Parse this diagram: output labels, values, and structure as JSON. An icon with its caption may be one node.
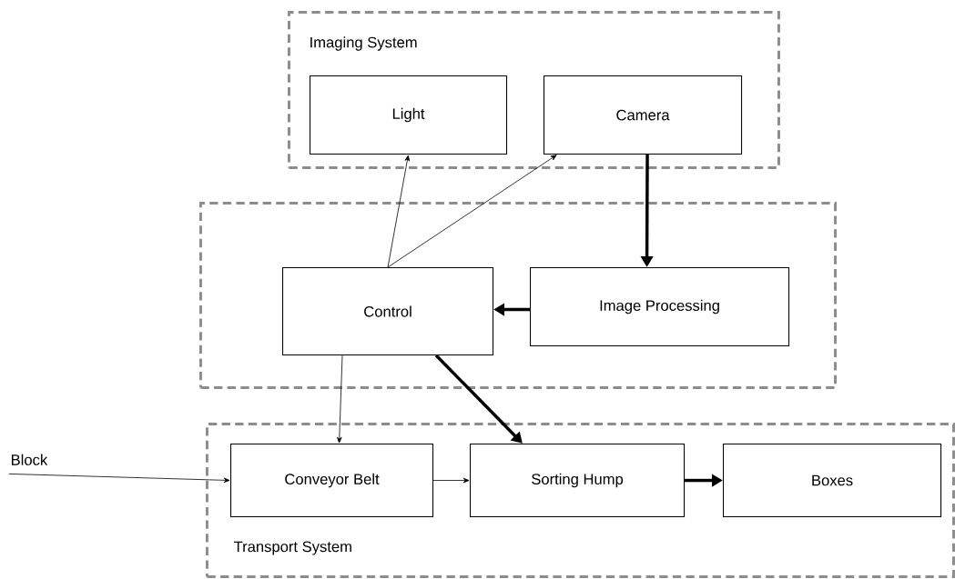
{
  "diagram": {
    "nodes": [
      {
        "text": [
          "Imaging System"
        ]
      },
      {
        "text": [
          "Light"
        ],
        "in": 0
      },
      {
        "text": [
          "Camera"
        ],
        "in": 0
      },
      {
        "text": [],
        "shape": "box"
      },
      {
        "text": [
          "Control"
        ],
        "in": 3
      },
      {
        "text": [
          "Image Processing"
        ],
        "in": 3
      },
      {
        "text": [
          "Transport System"
        ]
      },
      {
        "text": [
          "Block"
        ]
      },
      {
        "text": [
          "Conveyor Belt"
        ],
        "in": 6
      },
      {
        "text": [
          "Sorting Hump"
        ],
        "in": 6
      },
      {
        "text": [
          "Boxes"
        ],
        "in": 6
      }
    ],
    "edges": [
      {
        "from": 4,
        "to": 1,
        "arrow": "to"
      },
      {
        "from": 4,
        "to": 2,
        "arrow": "to"
      },
      {
        "from": 2,
        "to": 5,
        "arrow": "to",
        "style": "thick"
      },
      {
        "from": 5,
        "to": 4,
        "arrow": "to",
        "style": "thick"
      },
      {
        "from": 4,
        "to": 8,
        "arrow": "to"
      },
      {
        "from": 4,
        "to": 9,
        "arrow": "to",
        "style": "thick"
      },
      {
        "from": 7,
        "to": 8,
        "arrow": "to"
      },
      {
        "from": 8,
        "to": 9,
        "arrow": "to"
      },
      {
        "from": 9,
        "to": 10,
        "arrow": "to",
        "style": "thick"
      }
    ]
  }
}
